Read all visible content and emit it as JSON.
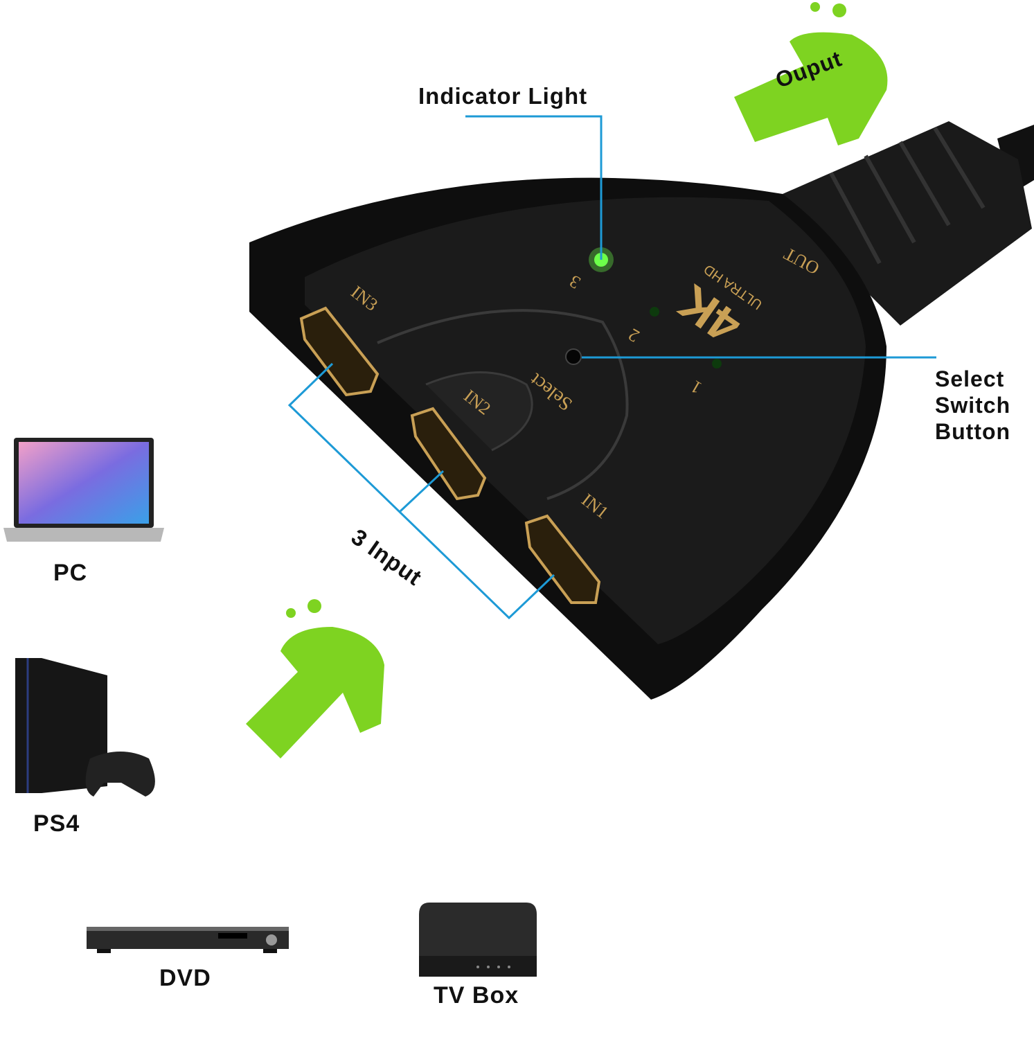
{
  "labels": {
    "indicator_light": "Indicator Light",
    "output": "Ouput",
    "select_switch": [
      "Select",
      "Switch",
      "Button"
    ],
    "three_input": "3 Input"
  },
  "sources": [
    {
      "name": "PC",
      "icon": "laptop-icon"
    },
    {
      "name": "PS4",
      "icon": "game-console-icon"
    },
    {
      "name": "DVD",
      "icon": "dvd-player-icon"
    },
    {
      "name": "TV Box",
      "icon": "tv-box-icon"
    }
  ],
  "device": {
    "ports": [
      "IN1",
      "IN2",
      "IN3",
      "OUT"
    ],
    "leds": [
      "1",
      "2",
      "3"
    ],
    "button": "Select",
    "badge": "4K",
    "badge_sub": "ULTRA HD",
    "active_led": "3"
  },
  "colors": {
    "arrow_green": "#7ed321",
    "callout_blue": "#1d9ad6",
    "led_green": "#6dff4a",
    "device_black": "#121212",
    "gold": "#c9a055"
  }
}
